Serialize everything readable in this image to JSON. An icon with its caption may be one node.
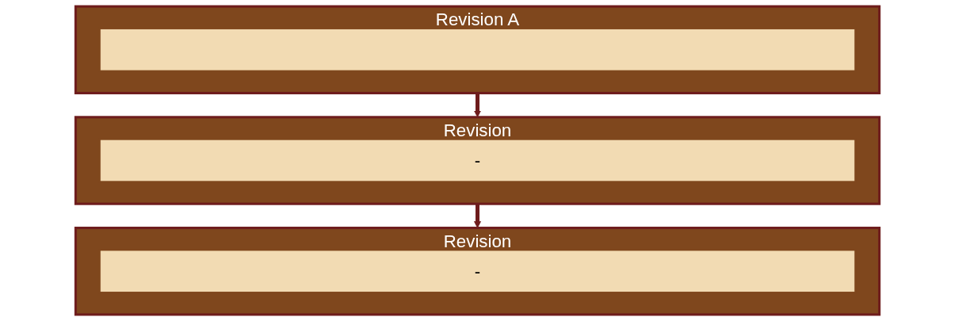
{
  "diagram": {
    "nodes": [
      {
        "text": [
          "Revision A"
        ]
      },
      {
        "text": [],
        "shape": "box",
        "in": 0
      },
      {
        "text": [
          "Revision"
        ]
      },
      {
        "text": [
          "-"
        ],
        "in": 2
      },
      {
        "text": [
          "Revision"
        ]
      },
      {
        "text": [
          "-"
        ],
        "in": 4
      }
    ],
    "edges": [
      {
        "from": 0,
        "to": 2,
        "arrow": "to"
      },
      {
        "from": 2,
        "to": 4,
        "arrow": "to"
      }
    ]
  }
}
